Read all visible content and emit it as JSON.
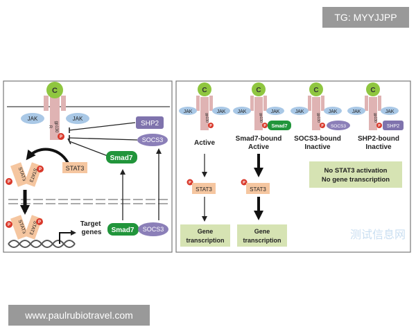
{
  "overlays": {
    "tag": "TG: MYYJJPP",
    "url": "www.paulrubiotravel.com",
    "watermark": "测试信息网"
  },
  "labels": {
    "c": "C",
    "jak": "JAK",
    "r": "R",
    "gp130": "gp130",
    "p": "P",
    "stat3": "STAT3",
    "stat3_flip": "STAT3",
    "shp2": "SHP2",
    "socs3": "SOCS3",
    "smad7": "Smad7"
  },
  "left_panel": {
    "target_genes": [
      "Target",
      "genes"
    ]
  },
  "right_panel": {
    "states": [
      {
        "title": [
          "Active"
        ]
      },
      {
        "title": [
          "Smad7-bound",
          "Active"
        ]
      },
      {
        "title": [
          "SOCS3-bound",
          "Inactive"
        ]
      },
      {
        "title": [
          "SHP2-bound",
          "Inactive"
        ]
      }
    ],
    "gene_transcription": [
      "Gene",
      "transcription"
    ],
    "no_activation": [
      "No STAT3 activation",
      "No gene transcription"
    ]
  },
  "colors": {
    "c_green": "#8fc640",
    "receptor_pink": "#dfb3b3",
    "jak_blue": "#a9c8e6",
    "p_red": "#d9392b",
    "stat3_orange": "#f5c6a0",
    "smad7_green": "#21953b",
    "socs3_purple": "#8b7fb8",
    "shp2_purple": "#7f73ad",
    "gene_box_green": "#d6e3b3"
  }
}
